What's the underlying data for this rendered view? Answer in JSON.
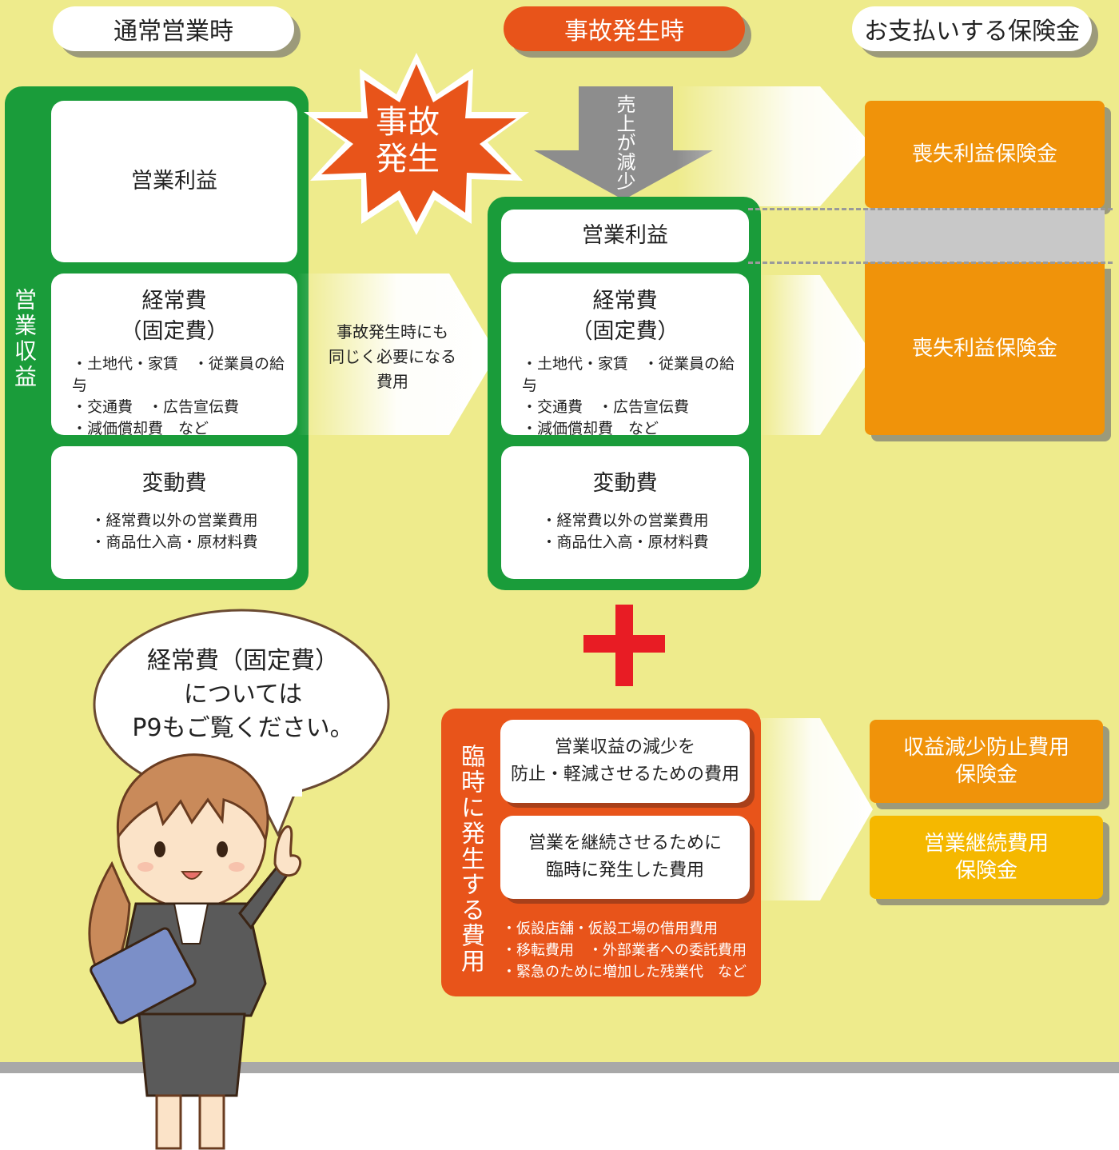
{
  "headers": {
    "normal": "通常営業時",
    "accident": "事故発生時",
    "payout": "お支払いする保険金"
  },
  "starburst_text": [
    "事故",
    "発生"
  ],
  "sales_decrease": "売上が減少",
  "left_side_label": "営業収益",
  "normal_column": {
    "profit": "営業利益",
    "fixed_title": [
      "経常費",
      "（固定費）"
    ],
    "fixed_items": [
      "・土地代・家賃　・従業員の給与",
      "・交通費　・広告宣伝費",
      "・減価償却費　など"
    ],
    "variable_title": "変動費",
    "variable_items": [
      "・経常費以外の営業費用",
      "・商品仕入高・原材料費"
    ]
  },
  "middle_note": [
    "事故発生時にも",
    "同じく必要になる",
    "費用"
  ],
  "accident_column": {
    "profit": "営業利益",
    "fixed_title": [
      "経常費",
      "（固定費）"
    ],
    "fixed_items": [
      "・土地代・家賃　・従業員の給与",
      "・交通費　・広告宣伝費",
      "・減価償却費　など"
    ],
    "variable_title": "変動費",
    "variable_items": [
      "・経常費以外の営業費用",
      "・商品仕入高・原材料費"
    ]
  },
  "payouts": {
    "lost_profit_1": "喪失利益保険金",
    "lost_profit_2": "喪失利益保険金",
    "revenue_loss_prevention": [
      "収益減少防止費用",
      "保険金"
    ],
    "business_continuation": [
      "営業継続費用",
      "保険金"
    ]
  },
  "temp_cost": {
    "side_label": "臨時に発生する費用",
    "box1": [
      "営業収益の減少を",
      "防止・軽減させるための費用"
    ],
    "box2": [
      "営業を継続させるために",
      "臨時に発生した費用"
    ],
    "examples": [
      "・仮設店舗・仮設工場の借用費用",
      "・移転費用　・外部業者への委託費用",
      "・緊急のために増加した残業代　など"
    ]
  },
  "speech_bubble": [
    "経常費（固定費）",
    "については",
    "P9もご覧ください。"
  ],
  "colors": {
    "background": "#eeeb8c",
    "green": "#1a9c3a",
    "accident_orange": "#e8541a",
    "payout_orange": "#f0930a",
    "payout_yellow": "#f5b800",
    "plus_red": "#e81c24"
  }
}
